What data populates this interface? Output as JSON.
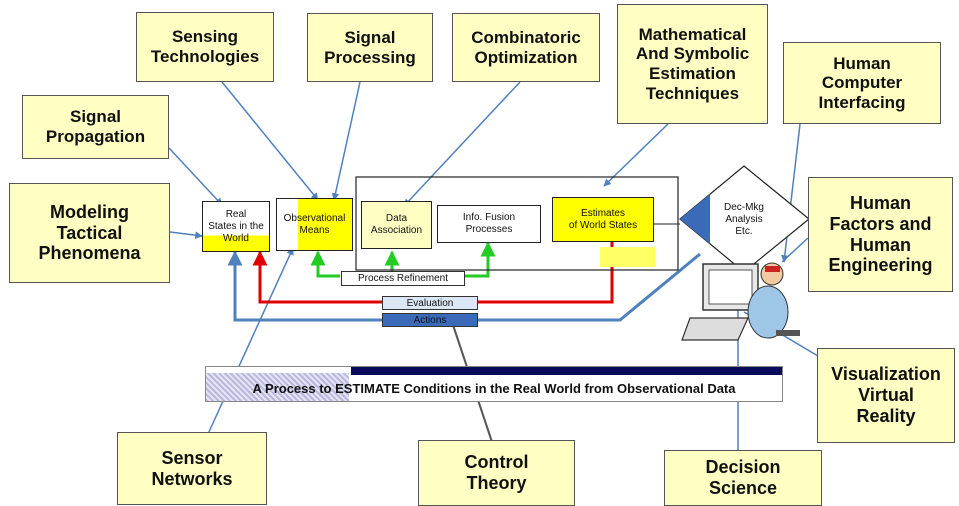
{
  "callouts": {
    "sensing_technologies": "Sensing\nTechnologies",
    "signal_processing": "Signal\nProcessing",
    "combinatoric_optimization": "Combinatoric\nOptimization",
    "mathematical_estimation": "Mathematical\nAnd Symbolic\nEstimation\nTechniques",
    "human_computer_interfacing": "Human\nComputer\nInterfacing",
    "signal_propagation": "Signal\nPropagation",
    "modeling_tactical_phenomena": "Modeling\nTactical\nPhenomena",
    "human_factors": "Human\nFactors and\nHuman\nEngineering",
    "visualization_virtual_reality": "Visualization\nVirtual\nReality",
    "sensor_networks": "Sensor\nNetworks",
    "control_theory": "Control\nTheory",
    "decision_science": "Decision\nScience"
  },
  "process": {
    "real_states": "Real\nStates in the\nWorld",
    "observational_means": "Observational\nMeans",
    "data_association": "Data\nAssociation",
    "info_fusion": "Info. Fusion\nProcesses",
    "estimates": "Estimates\nof World States",
    "dec_mkg": "Dec-Mkg\nAnalysis\nEtc.",
    "process_refinement": "Process Refinement",
    "evaluation": "Evaluation",
    "actions": "Actions"
  },
  "banner": {
    "title": "A Process to ESTIMATE Conditions in the Real World from Observational Data"
  },
  "colors": {
    "callout_fill": "#ffffc4",
    "highlight_yellow": "#ffff00",
    "arrow_blue": "#4f81bd",
    "arrow_red": "#e00000",
    "arrow_green": "#22cc22",
    "actions_fill": "#3a6ab8",
    "banner_navy": "#0a0a5a"
  }
}
